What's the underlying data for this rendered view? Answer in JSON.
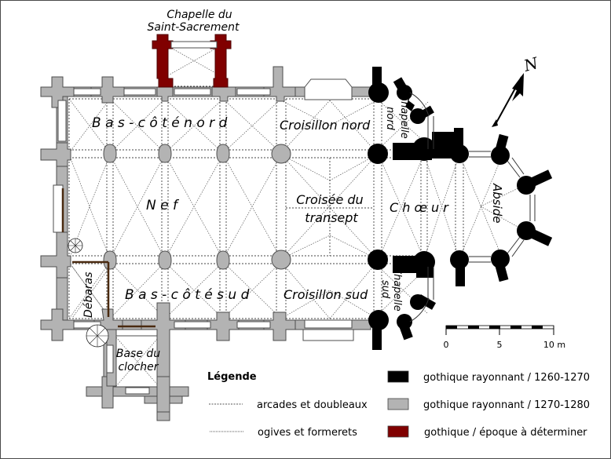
{
  "title": {
    "line1": "Chapelle du",
    "line2": "Saint-Sacrement"
  },
  "rooms": {
    "bas_cote_nord": "B a s - c ô t é   n o r d",
    "croisillon_nord": "Croisillon nord",
    "chapelle_nord_1": "Chapelle",
    "chapelle_nord_2": "nord",
    "nef": "N e f",
    "croisee_1": "Croisée du",
    "croisee_2": "transept",
    "choeur": "C h œ u r",
    "abside": "Abside",
    "debaras": "Débaras",
    "bas_cote_sud": "B a s - c ô t é   s u d",
    "croisillon_sud": "Croisillon sud",
    "chapelle_sud_1": "Chapelle",
    "chapelle_sud_2": "sud",
    "base_clocher_1": "Base du",
    "base_clocher_2": "clocher"
  },
  "scale_bar": {
    "ticks": [
      "0",
      "5",
      "10 m"
    ],
    "length_m": 10
  },
  "north_arrow": {
    "label": "N",
    "icon": "north-arrow-icon"
  },
  "legend": {
    "title": "Légende",
    "line_items": [
      {
        "label": "arcades et doubleaux",
        "style": "dashed"
      },
      {
        "label": "ogives et formerets",
        "style": "dotted"
      }
    ],
    "color_items": [
      {
        "label": "gothique rayonnant / 1260-1270",
        "color": "#000000"
      },
      {
        "label": "gothique rayonnant / 1270-1280",
        "color": "#b3b3b3"
      },
      {
        "label": "gothique / époque à déterminer",
        "color": "#800000"
      }
    ]
  },
  "colors": {
    "grey": "#b3b3b3",
    "black": "#000000",
    "darkred": "#800000",
    "outline": "#4d4d4d"
  }
}
